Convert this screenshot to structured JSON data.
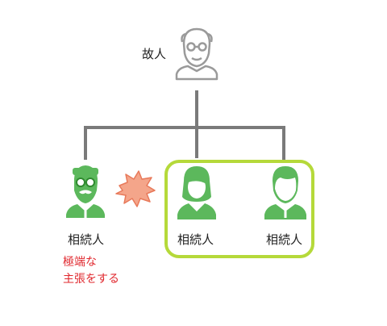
{
  "diagram": {
    "deceased": {
      "label": "故人"
    },
    "heirs": [
      {
        "label": "相続人"
      },
      {
        "label": "相続人"
      },
      {
        "label": "相続人"
      }
    ],
    "note": {
      "lines": [
        "極端な",
        "主張をする"
      ],
      "color": "#e0282e"
    },
    "colors": {
      "deceased": "#9a9a9a",
      "heir": "#5cb85c",
      "connector": "#7a7a7a",
      "group_border": "#b5d93a",
      "burst_fill": "#f4a58a",
      "burst_stroke": "#e8795a"
    }
  }
}
